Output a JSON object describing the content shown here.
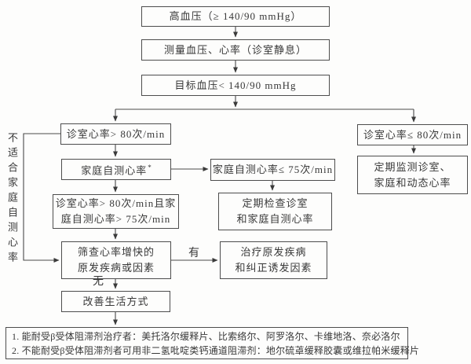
{
  "nodes": {
    "hypertension": {
      "text": "高血压（≥ 140/90 mmHg）"
    },
    "measure": {
      "text": "测量血压、心率（诊室静息）"
    },
    "target_bp": {
      "text": "目标血压< 140/90 mmHg"
    },
    "office_hr_high": {
      "text": "诊室心率> 80次/min"
    },
    "office_hr_low": {
      "text": "诊室心率≤ 80次/min"
    },
    "home_hr": {
      "text": "家庭自测心率",
      "sup": "*"
    },
    "home_hr_low": {
      "text": "家庭自测心率≤ 75次/min"
    },
    "periodic_check": {
      "line1": "定期检查诊室",
      "line2": "和家庭自测心率"
    },
    "both_high": {
      "line1": "诊室心率> 80次/min且家",
      "line2": "庭自测心率> 75次/min"
    },
    "screen_causes": {
      "line1": "筛查心率增快的",
      "line2": "原发疾病或因素"
    },
    "treat_causes": {
      "line1": "治疗原发疾病",
      "line2": "和纠正诱发因素"
    },
    "lifestyle": {
      "text": "改善生活方式"
    },
    "periodic_monitor": {
      "line1": "定期监测诊室、",
      "line2": "家庭和动态心率"
    },
    "notes": {
      "line1": "1. 能耐受β受体阻滞剂治疗者：美托洛尔缓释片、比索络尔、阿罗洛尔、卡维地洛、奈必洛尔",
      "line2": "2. 不能耐受β受体阻滞剂者可用非二氢吡啶类钙通道阻滞剂：地尔硫䓬缓释胶囊或维拉帕米缓释片"
    }
  },
  "labels": {
    "yes": "有",
    "no": "无",
    "side_note": "不适合家庭自测心率"
  },
  "colors": {
    "background": "#fdfdfc",
    "line": "#4a4a4a",
    "text": "#383838"
  }
}
